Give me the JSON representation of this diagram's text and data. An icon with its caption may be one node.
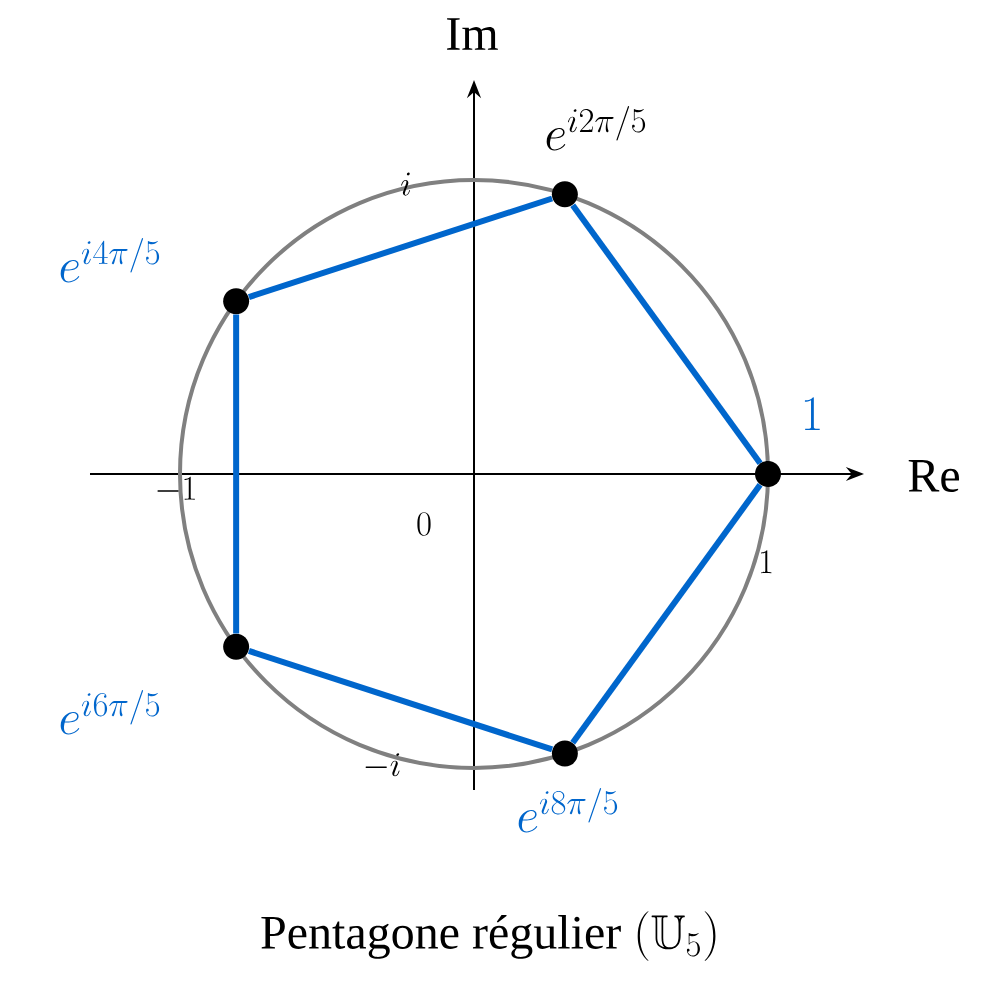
{
  "diagram": {
    "caption": "\\text{Pentagone régulier } (\\mathbb{U}_5)",
    "nodes": [
      {
        "text": [],
        "shape": "circle",
        "beside": [
          "1"
        ]
      },
      {
        "text": [],
        "shape": "circle",
        "beside": [
          "e^{i2\\pi/5}"
        ]
      },
      {
        "text": [],
        "shape": "circle",
        "beside": [
          "e^{i4\\pi/5}"
        ]
      },
      {
        "text": [],
        "shape": "circle",
        "beside": [
          "e^{i6\\pi/5}"
        ]
      },
      {
        "text": [],
        "shape": "circle",
        "beside": [
          "e^{i8\\pi/5}"
        ]
      }
    ],
    "edges": [
      {
        "from": 0,
        "to": 1,
        "arrow": "none"
      },
      {
        "from": 1,
        "to": 2,
        "arrow": "none"
      },
      {
        "from": 2,
        "to": 3,
        "arrow": "none"
      },
      {
        "from": 3,
        "to": 4,
        "arrow": "none"
      },
      {
        "from": 4,
        "to": 0,
        "arrow": "none"
      }
    ],
    "labels": [
      "Im",
      "i",
      "Re",
      "-1",
      "0",
      "1",
      "-i"
    ]
  }
}
